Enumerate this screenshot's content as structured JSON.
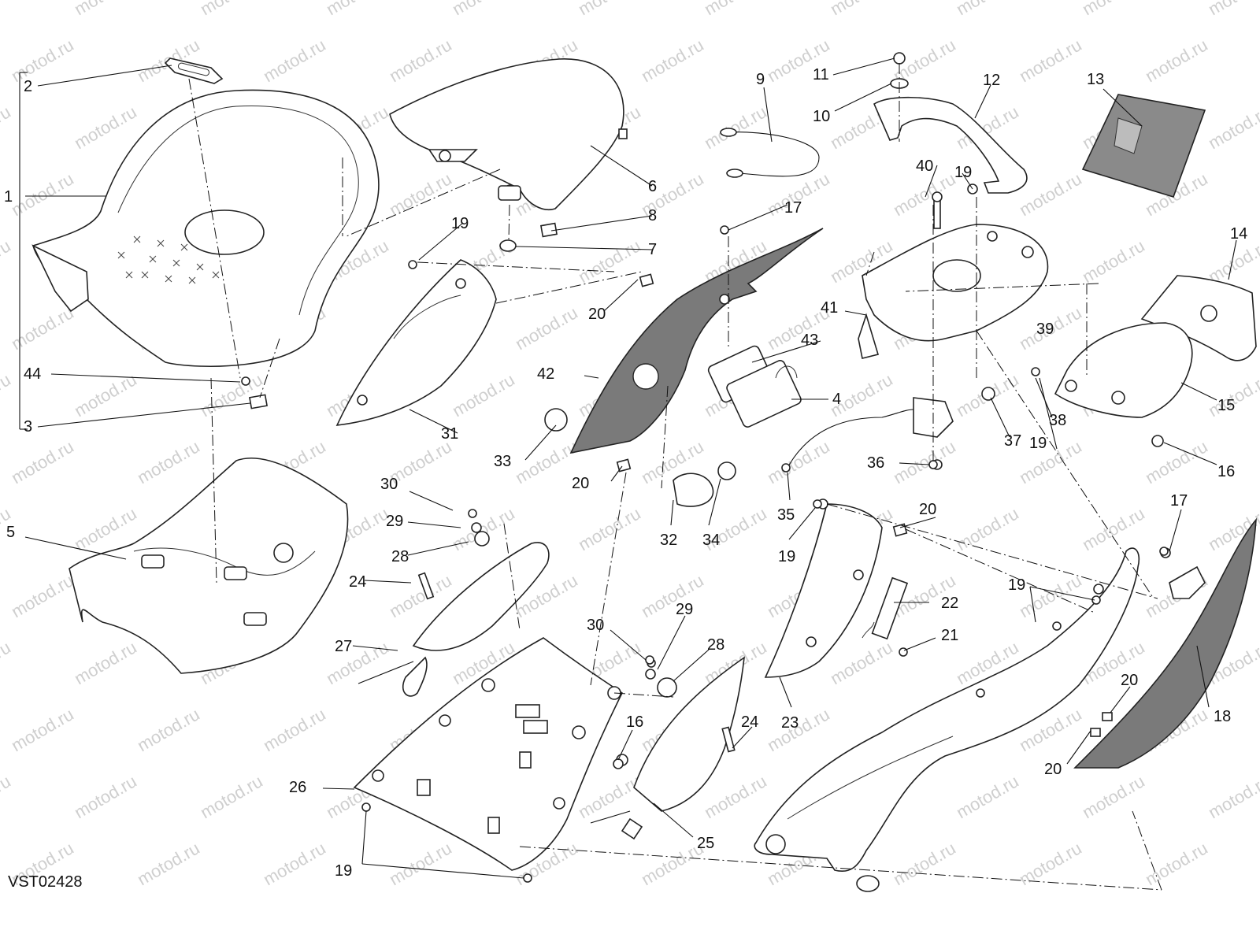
{
  "diagram": {
    "code": "VST02428",
    "watermark": "motod.ru",
    "callouts": [
      "1",
      "2",
      "3",
      "4",
      "5",
      "6",
      "7",
      "8",
      "9",
      "10",
      "11",
      "12",
      "13",
      "14",
      "15",
      "16",
      "16",
      "17",
      "17",
      "18",
      "19",
      "19",
      "19",
      "19",
      "19",
      "19",
      "20",
      "20",
      "20",
      "20",
      "20",
      "20",
      "21",
      "22",
      "23",
      "24",
      "24",
      "25",
      "26",
      "27",
      "28",
      "28",
      "29",
      "29",
      "30",
      "30",
      "31",
      "32",
      "33",
      "34",
      "35",
      "36",
      "37",
      "38",
      "39",
      "40",
      "41",
      "42",
      "43",
      "44"
    ]
  }
}
